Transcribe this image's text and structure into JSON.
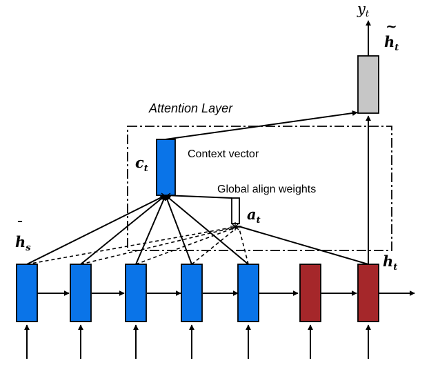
{
  "labels": {
    "attention_layer": "Attention Layer",
    "context_vector": "Context vector",
    "global_align_weights": "Global align weights"
  },
  "symbols": {
    "y_t": {
      "base": "y",
      "sub": "t"
    },
    "h_tilde_t": {
      "base": "h",
      "sub": "t",
      "accent": "~"
    },
    "c_t": {
      "base": "c",
      "sub": "t"
    },
    "a_t": {
      "base": "a",
      "sub": "t"
    },
    "h_bar_s": {
      "base": "h",
      "sub": "s",
      "accent": "¯"
    },
    "h_t": {
      "base": "h",
      "sub": "t"
    }
  },
  "encoder_states": 5,
  "decoder_states": 2,
  "colors": {
    "encoder_fill": "#0a74e8",
    "decoder_fill": "#a5272a",
    "attentional_fill": "#c6c6c6",
    "stroke": "#000000"
  }
}
